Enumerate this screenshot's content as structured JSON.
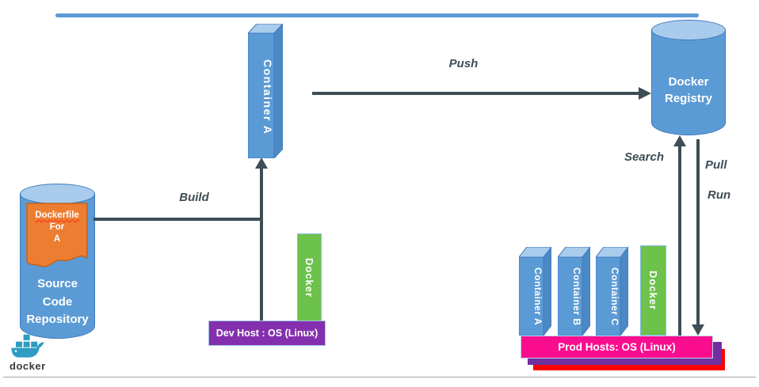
{
  "labels": {
    "build": "Build",
    "push": "Push",
    "search": "Search",
    "pull": "Pull",
    "run": "Run"
  },
  "source_repo": {
    "name": "Source\nCode\nRepository",
    "dockerfile_line1": "Dockerfile",
    "dockerfile_line2": "For",
    "dockerfile_line3": "A"
  },
  "dev_host": {
    "container": "Container A",
    "docker": "Docker",
    "label": "Dev Host :  OS (Linux)"
  },
  "registry": {
    "name": "Docker\nRegistry"
  },
  "prod_host": {
    "containers": [
      "Container A",
      "Container B",
      "Container C"
    ],
    "docker": "Docker",
    "label": "Prod Hosts: OS  (Linux)"
  },
  "logo": {
    "caption": "docker"
  },
  "colors": {
    "accent_blue": "#5B9BD5",
    "cube_front": "#5B9BD5",
    "cube_top": "#A9CCEC",
    "cube_side": "#4A89C4",
    "cylinder_border": "#4178BE",
    "green": "#6CC24A",
    "purple": "#8430AE",
    "pink": "#FB0D8F",
    "red": "#FE0000",
    "orange": "#ED7D31",
    "arrow": "#3E4D56",
    "logo_blue": "#2E9CC3"
  }
}
